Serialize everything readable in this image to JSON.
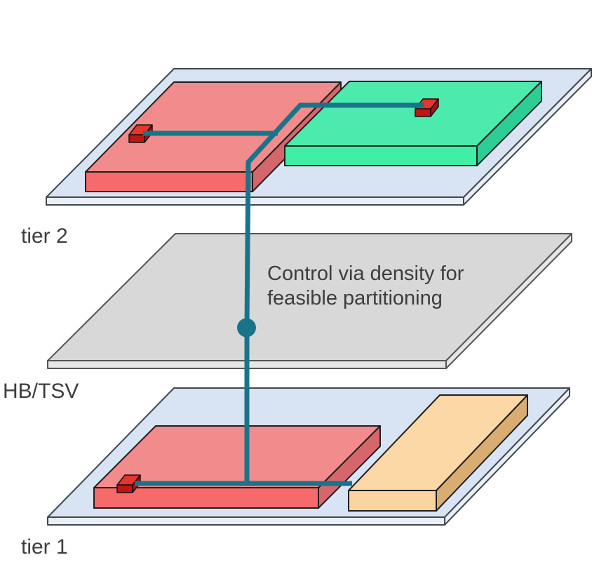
{
  "diagram": {
    "labels": {
      "tier2": "tier 2",
      "hbtsv": "HB/TSV",
      "tier1": "tier 1"
    },
    "annotation": {
      "line1": "Control via density for",
      "line2": "feasible partitioning"
    }
  },
  "colors": {
    "substrate_top": "#D8E4F3",
    "substrate_side": "#E9EFF8",
    "interposer_top": "#D8D8D8",
    "interposer_side": "#E6E6E6",
    "red_block_top": "#F28B8B",
    "red_block_front": "#F76A6B",
    "red_block_side": "#D5676C",
    "green_block_top": "#4CEBAD",
    "green_block_front": "#3EEFA5",
    "green_block_side": "#2CCE95",
    "orange_block_top": "#FBD8A6",
    "orange_block_front": "#FBD5A0",
    "orange_block_side": "#D9AC72",
    "pin_top": "#E6342F",
    "pin_front": "#C11511",
    "pin_side": "#A81310",
    "wire": "#19748A",
    "text": "#3D3D3D"
  }
}
